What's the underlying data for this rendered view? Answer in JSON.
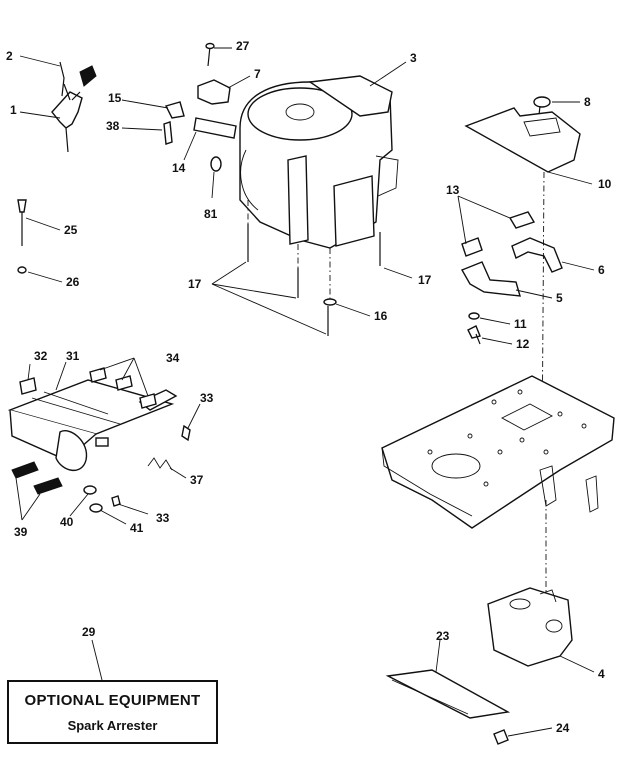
{
  "callouts": {
    "n1": "1",
    "n2": "2",
    "n3": "3",
    "n4": "4",
    "n5": "5",
    "n6": "6",
    "n7": "7",
    "n8": "8",
    "n10": "10",
    "n11": "11",
    "n12": "12",
    "n13": "13",
    "n14": "14",
    "n15": "15",
    "n16": "16",
    "n17a": "17",
    "n17b": "17",
    "n23": "23",
    "n24": "24",
    "n25": "25",
    "n26": "26",
    "n27": "27",
    "n29": "29",
    "n31": "31",
    "n32": "32",
    "n33a": "33",
    "n33b": "33",
    "n34": "34",
    "n37": "37",
    "n38": "38",
    "n39": "39",
    "n40": "40",
    "n41": "41",
    "n81": "81"
  },
  "optional_box": {
    "title": "OPTIONAL EQUIPMENT",
    "subtitle": "Spark Arrester"
  }
}
